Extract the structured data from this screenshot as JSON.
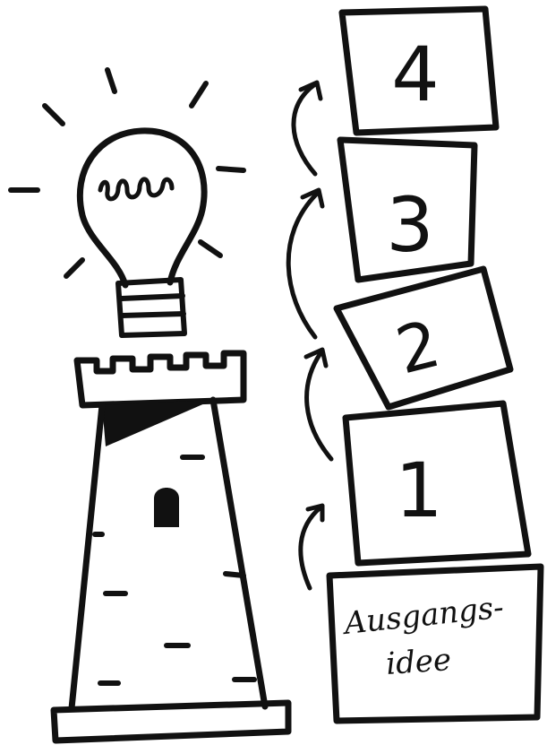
{
  "colors": {
    "ink": "#111111",
    "paper": "#ffffff"
  },
  "lightbulb": {
    "icon": "lightbulb-icon"
  },
  "tower": {
    "icon": "tower-icon"
  },
  "steps": {
    "base_label_line1": "Ausgangs-",
    "base_label_line2": "idee",
    "box_1": "1",
    "box_2": "2",
    "box_3": "3",
    "box_4": "4"
  },
  "arrows": {
    "icon": "curved-arrow-icon",
    "count": 4
  }
}
